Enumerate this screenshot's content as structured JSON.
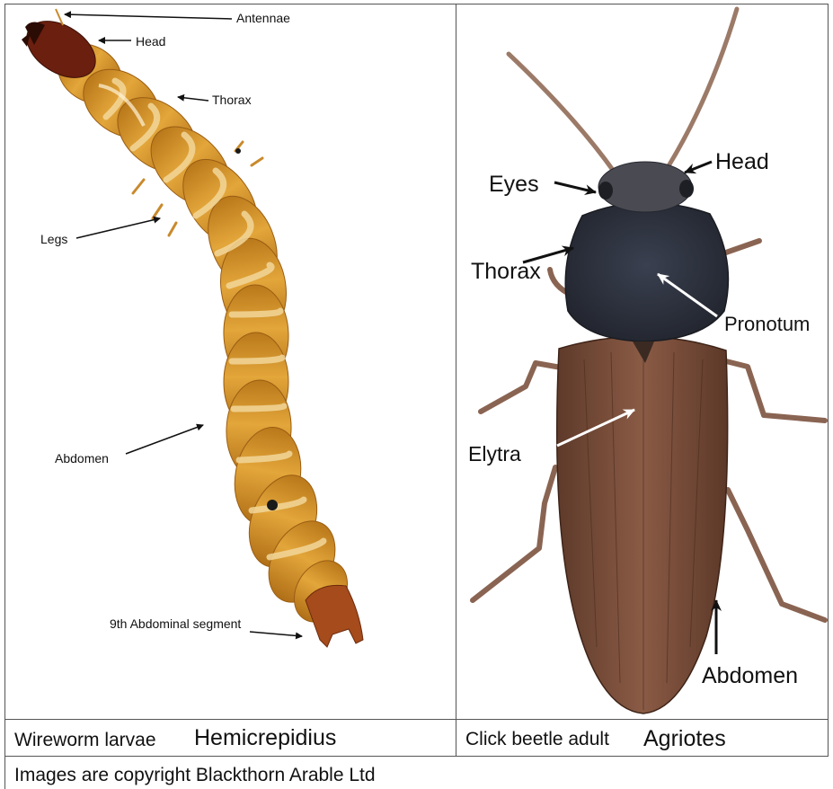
{
  "larva_panel": {
    "labels": {
      "antennae": "Antennae",
      "head": "Head",
      "thorax": "Thorax",
      "legs": "Legs",
      "abdomen": "Abdomen",
      "segment9": "9th Abdominal segment"
    },
    "caption_common": "Wireworm larvae",
    "caption_genus": "Hemicrepidius"
  },
  "beetle_panel": {
    "labels": {
      "head": "Head",
      "eyes": "Eyes",
      "thorax": "Thorax",
      "pronotum": "Pronotum",
      "elytra": "Elytra",
      "abdomen": "Abdomen"
    },
    "caption_common": "Click beetle adult",
    "caption_genus": "Agriotes"
  },
  "footer": {
    "copyright": "Images are copyright Blackthorn Arable Ltd"
  },
  "colors": {
    "larva_body": "#d99a2b",
    "larva_band": "#f3d79a",
    "larva_head": "#6b1f0f",
    "beetle_elytra": "#7a4e3a",
    "beetle_pronotum": "#2f3340",
    "beetle_legs": "#9c7a68",
    "grid_line": "#555555"
  }
}
